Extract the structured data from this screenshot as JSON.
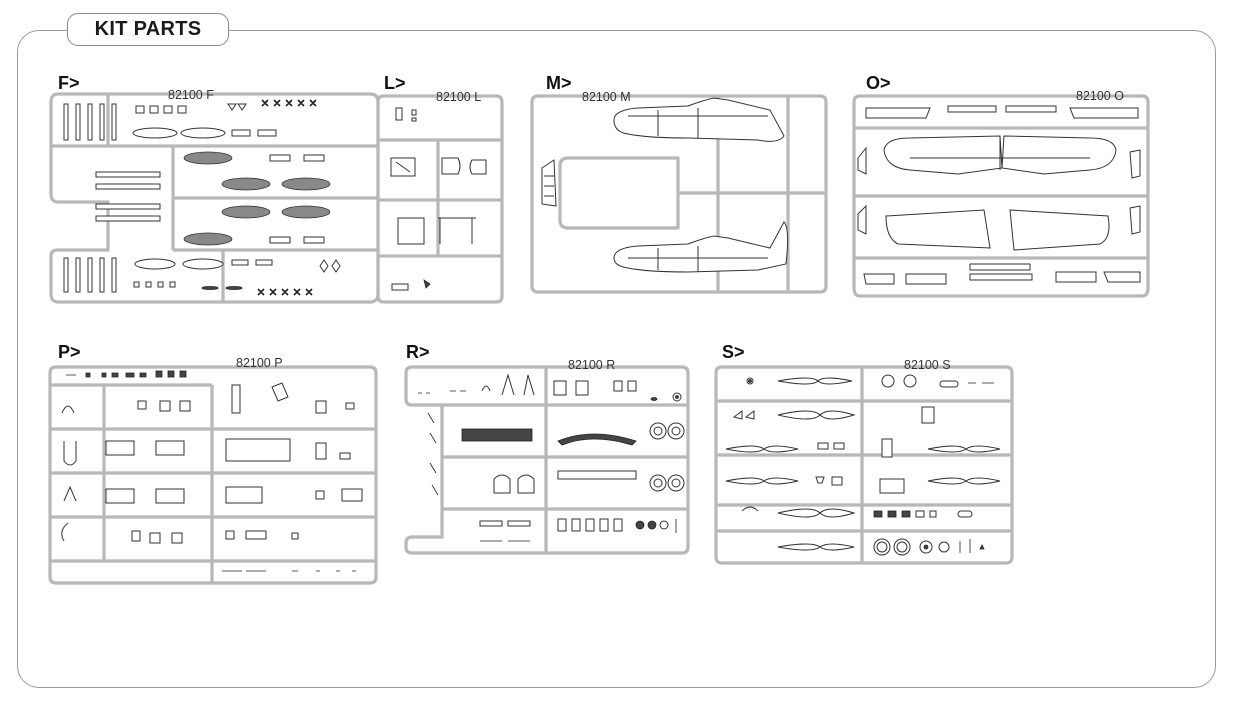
{
  "page": {
    "title": "KIT PARTS"
  },
  "sprues": [
    {
      "id": "F",
      "label": "F>",
      "code": "82100 F"
    },
    {
      "id": "L",
      "label": "L>",
      "code": "82100 L"
    },
    {
      "id": "M",
      "label": "M>",
      "code": "82100 M"
    },
    {
      "id": "O",
      "label": "O>",
      "code": "82100 O"
    },
    {
      "id": "P",
      "label": "P>",
      "code": "82100 P"
    },
    {
      "id": "R",
      "label": "R>",
      "code": "82100 R"
    },
    {
      "id": "S",
      "label": "S>",
      "code": "82100 S"
    }
  ]
}
